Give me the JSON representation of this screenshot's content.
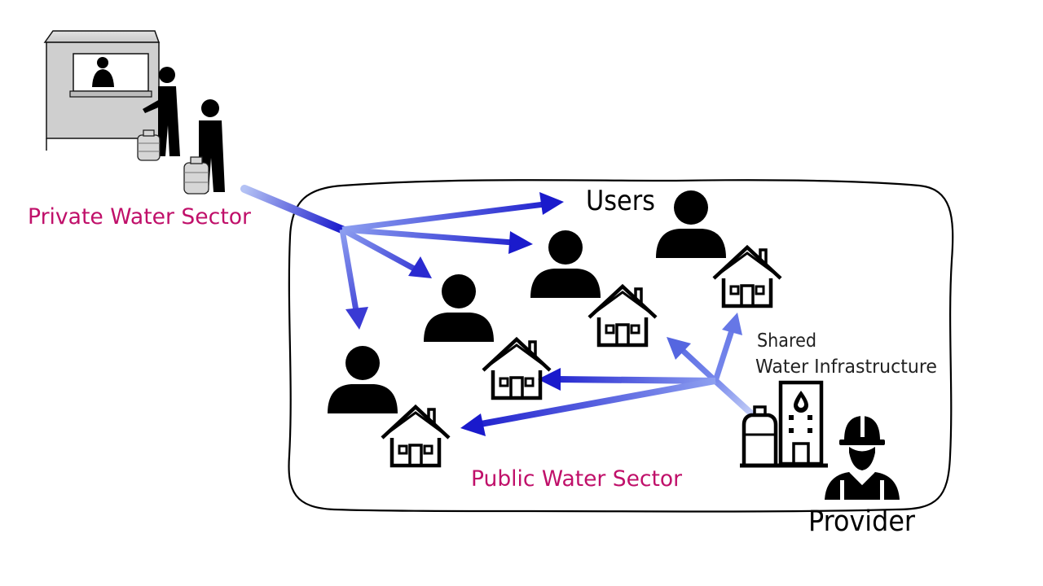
{
  "labels": {
    "private_sector": "Private Water Sector",
    "users": "Users",
    "shared": "Shared",
    "infrastructure": "Water Infrastructure",
    "public_sector": "Public Water Sector",
    "provider": "Provider"
  },
  "colors": {
    "sector_label": "#c0106a",
    "arrow_dark": "#1a1acc",
    "arrow_light": "#9aaaf0",
    "outline": "#000000"
  },
  "icons": {
    "kiosk": "water-kiosk-icon",
    "user": "person-icon",
    "house": "house-icon",
    "plant": "water-treatment-plant-icon",
    "worker": "worker-helmet-icon"
  }
}
